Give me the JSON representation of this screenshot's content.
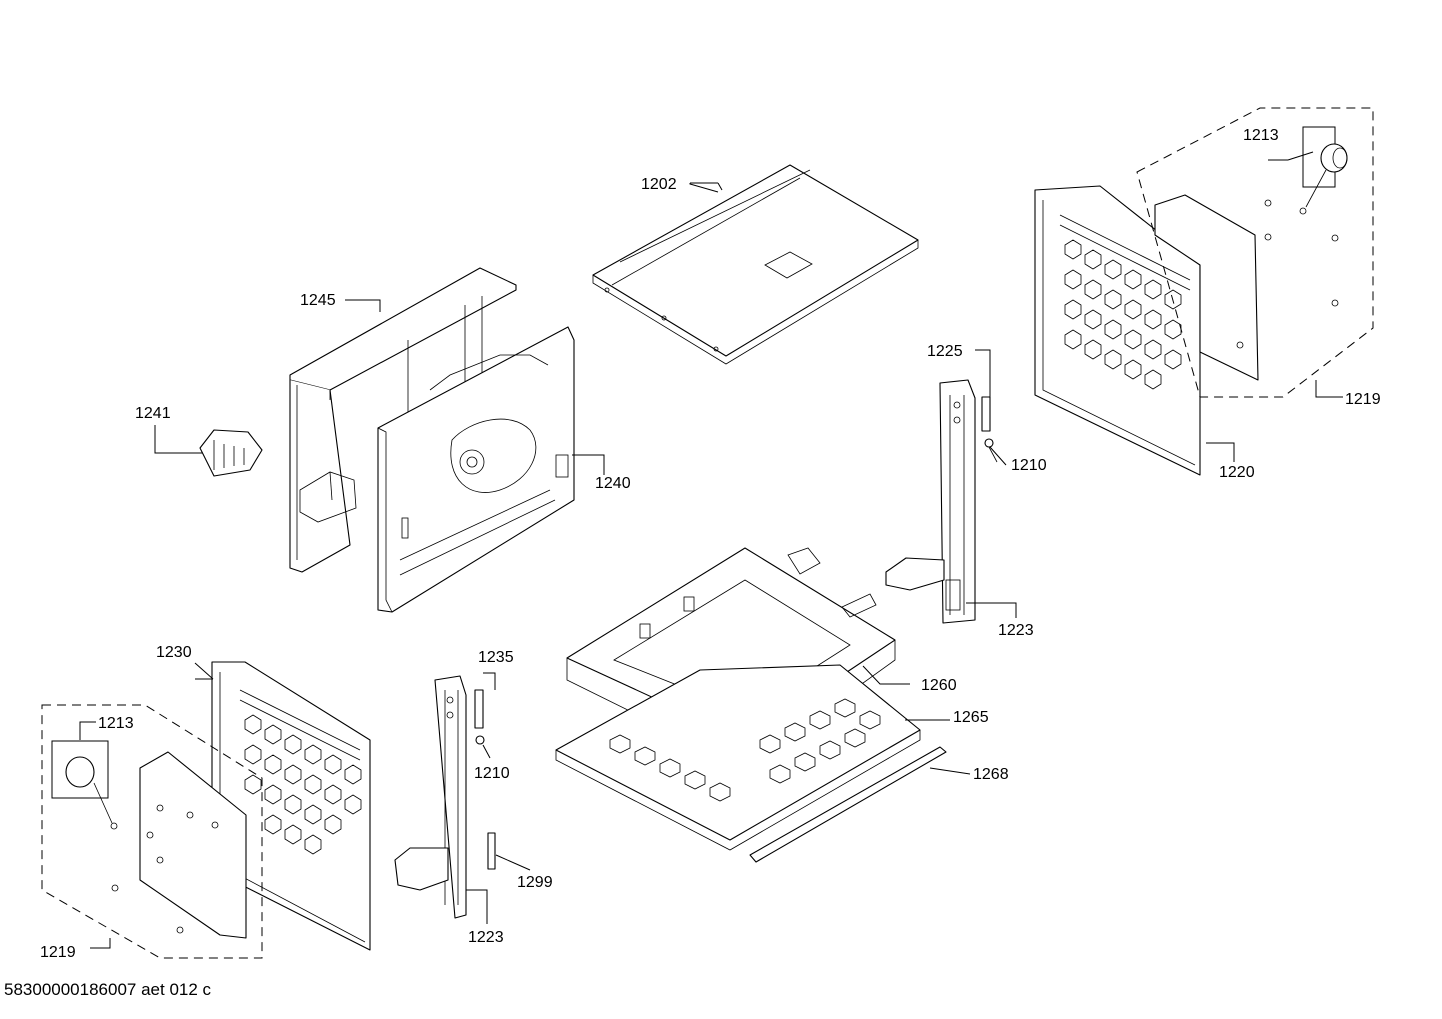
{
  "labels": {
    "l1202": "1202",
    "l1245": "1245",
    "l1241": "1241",
    "l1240": "1240",
    "l1213_top": "1213",
    "l1219_top": "1219",
    "l1220": "1220",
    "l1225": "1225",
    "l1210_right": "1210",
    "l1223_right": "1223",
    "l1260": "1260",
    "l1265": "1265",
    "l1268": "1268",
    "l1230": "1230",
    "l1213_left": "1213",
    "l1219_left": "1219",
    "l1235": "1235",
    "l1210_left": "1210",
    "l1299": "1299",
    "l1223_left": "1223"
  },
  "footer": {
    "code": "58300000186007 aet 012 c"
  }
}
